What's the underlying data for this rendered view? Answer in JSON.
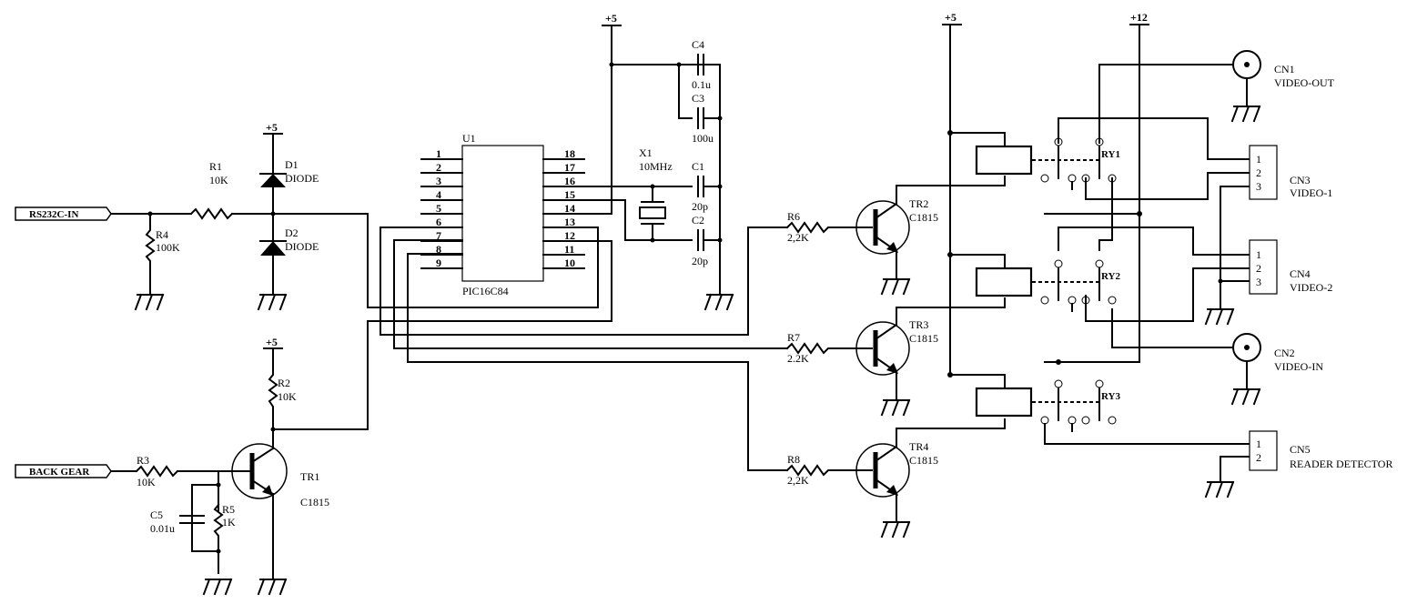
{
  "title": "PIC16C84 video switcher schematic",
  "power_labels": {
    "d_rail": "+5",
    "r2_rail": "+5",
    "u1_rail": "+5",
    "relay_rail": "+5",
    "relay_12v": "+12"
  },
  "input_terminals": [
    {
      "ref": "rs232",
      "label": "RS232C-IN"
    },
    {
      "ref": "backgear",
      "label": "BACK GEAR"
    }
  ],
  "resistors": [
    {
      "ref": "R1",
      "value": "10K"
    },
    {
      "ref": "R2",
      "value": "10K"
    },
    {
      "ref": "R3",
      "value": "10K"
    },
    {
      "ref": "R4",
      "value": "100K"
    },
    {
      "ref": "R5",
      "value": "1K"
    },
    {
      "ref": "R6",
      "value": "2,2K"
    },
    {
      "ref": "R7",
      "value": "2.2K"
    },
    {
      "ref": "R8",
      "value": "2,2K"
    }
  ],
  "diodes": [
    {
      "ref": "D1",
      "value": "DIODE"
    },
    {
      "ref": "D2",
      "value": "DIODE"
    }
  ],
  "capacitors": [
    {
      "ref": "C1",
      "value": "20p"
    },
    {
      "ref": "C2",
      "value": "20p"
    },
    {
      "ref": "C3",
      "value": "100u"
    },
    {
      "ref": "C4",
      "value": "0.1u"
    },
    {
      "ref": "C5",
      "value": "0.01u"
    }
  ],
  "crystal": {
    "ref": "X1",
    "value": "10MHz"
  },
  "ic": {
    "ref": "U1",
    "part": "PIC16C84",
    "left_pins": [
      "1",
      "2",
      "3",
      "4",
      "5",
      "6",
      "7",
      "8",
      "9"
    ],
    "right_pins": [
      "18",
      "17",
      "16",
      "15",
      "14",
      "13",
      "12",
      "11",
      "10"
    ]
  },
  "transistors": [
    {
      "ref": "TR1",
      "part": "C1815"
    },
    {
      "ref": "TR2",
      "part": "C1815"
    },
    {
      "ref": "TR3",
      "part": "C1815"
    },
    {
      "ref": "TR4",
      "part": "C1815"
    }
  ],
  "relays": [
    {
      "ref": "RY1"
    },
    {
      "ref": "RY2"
    },
    {
      "ref": "RY3"
    }
  ],
  "connectors": [
    {
      "ref": "CN1",
      "name": "VIDEO-OUT",
      "pins": []
    },
    {
      "ref": "CN2",
      "name": "VIDEO-IN",
      "pins": []
    },
    {
      "ref": "CN3",
      "name": "VIDEO-1",
      "pins": [
        "1",
        "2",
        "3"
      ]
    },
    {
      "ref": "CN4",
      "name": "VIDEO-2",
      "pins": [
        "1",
        "2",
        "3"
      ]
    },
    {
      "ref": "CN5",
      "name": "READER DETECTOR",
      "pins": [
        "1",
        "2"
      ]
    }
  ]
}
